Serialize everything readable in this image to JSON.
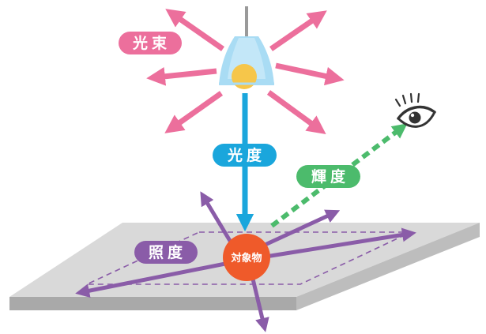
{
  "labels": {
    "luminous_flux": "光束",
    "luminous_intensity": "光度",
    "luminance": "輝度",
    "illuminance": "照度",
    "object": "対象物"
  },
  "colors": {
    "flux": "#ec6f9c",
    "intensity": "#1aa6dc",
    "luminance": "#4cbb6c",
    "illuminance": "#8a5ca8",
    "object": "#ef5a2a",
    "plane_top": "#d9d9d9",
    "plane_front": "#a9a9a9",
    "lamp_shade": "#a9dcf4",
    "bulb": "#f6c64a",
    "eye": "#333333"
  },
  "icons": [
    "light-bulb-icon",
    "eye-icon"
  ]
}
